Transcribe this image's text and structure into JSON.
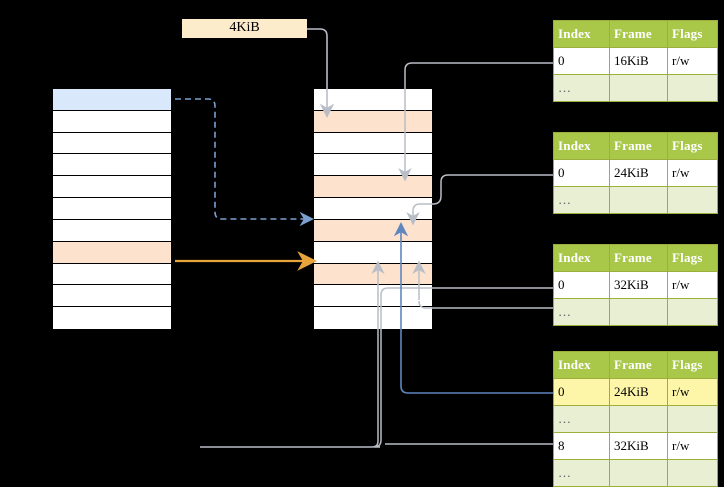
{
  "diagram": {
    "title_callout": "4KiB",
    "colors": {
      "header_green": "#a9c84a",
      "ellipsis_row": "#e9efd3",
      "highlight_yellow": "#fdf6a8",
      "peach_row": "#fde3cd",
      "blue_row": "#d9e8fb",
      "callout_bg": "#fdeccb",
      "orange_arrow": "#e8a33d",
      "blue_arrow": "#5f86bf",
      "gray_arrow": "#b9bec6"
    }
  },
  "virtual_memory": {
    "name": "virtual-address-space",
    "rows": [
      {
        "fill": "blue"
      },
      {
        "fill": "white"
      },
      {
        "fill": "white"
      },
      {
        "fill": "white"
      },
      {
        "fill": "white"
      },
      {
        "fill": "white"
      },
      {
        "fill": "white"
      },
      {
        "fill": "peach"
      },
      {
        "fill": "white"
      },
      {
        "fill": "white"
      },
      {
        "fill": "white"
      }
    ]
  },
  "physical_memory": {
    "name": "physical-address-space",
    "rows": [
      {
        "fill": "white"
      },
      {
        "fill": "peach"
      },
      {
        "fill": "white"
      },
      {
        "fill": "white"
      },
      {
        "fill": "peach"
      },
      {
        "fill": "white"
      },
      {
        "fill": "peach"
      },
      {
        "fill": "white"
      },
      {
        "fill": "peach"
      },
      {
        "fill": "white"
      },
      {
        "fill": "white"
      }
    ]
  },
  "page_tables": [
    {
      "id": "page-table-1",
      "headers": [
        "Index",
        "Frame",
        "Flags"
      ],
      "rows": [
        {
          "index": "0",
          "frame": "16KiB",
          "flags": "r/w",
          "style": "normal"
        },
        {
          "index": "…",
          "frame": "",
          "flags": "",
          "style": "ellipsis"
        }
      ]
    },
    {
      "id": "page-table-2",
      "headers": [
        "Index",
        "Frame",
        "Flags"
      ],
      "rows": [
        {
          "index": "0",
          "frame": "24KiB",
          "flags": "r/w",
          "style": "normal"
        },
        {
          "index": "…",
          "frame": "",
          "flags": "",
          "style": "ellipsis"
        }
      ]
    },
    {
      "id": "page-table-3",
      "headers": [
        "Index",
        "Frame",
        "Flags"
      ],
      "rows": [
        {
          "index": "0",
          "frame": "32KiB",
          "flags": "r/w",
          "style": "normal"
        },
        {
          "index": "…",
          "frame": "",
          "flags": "",
          "style": "ellipsis"
        }
      ]
    },
    {
      "id": "page-table-4",
      "headers": [
        "Index",
        "Frame",
        "Flags"
      ],
      "rows": [
        {
          "index": "0",
          "frame": "24KiB",
          "flags": "r/w",
          "style": "highlight"
        },
        {
          "index": "…",
          "frame": "",
          "flags": "",
          "style": "ellipsis"
        },
        {
          "index": "8",
          "frame": "32KiB",
          "flags": "r/w",
          "style": "normal"
        },
        {
          "index": "…",
          "frame": "",
          "flags": "",
          "style": "ellipsis"
        }
      ]
    }
  ]
}
